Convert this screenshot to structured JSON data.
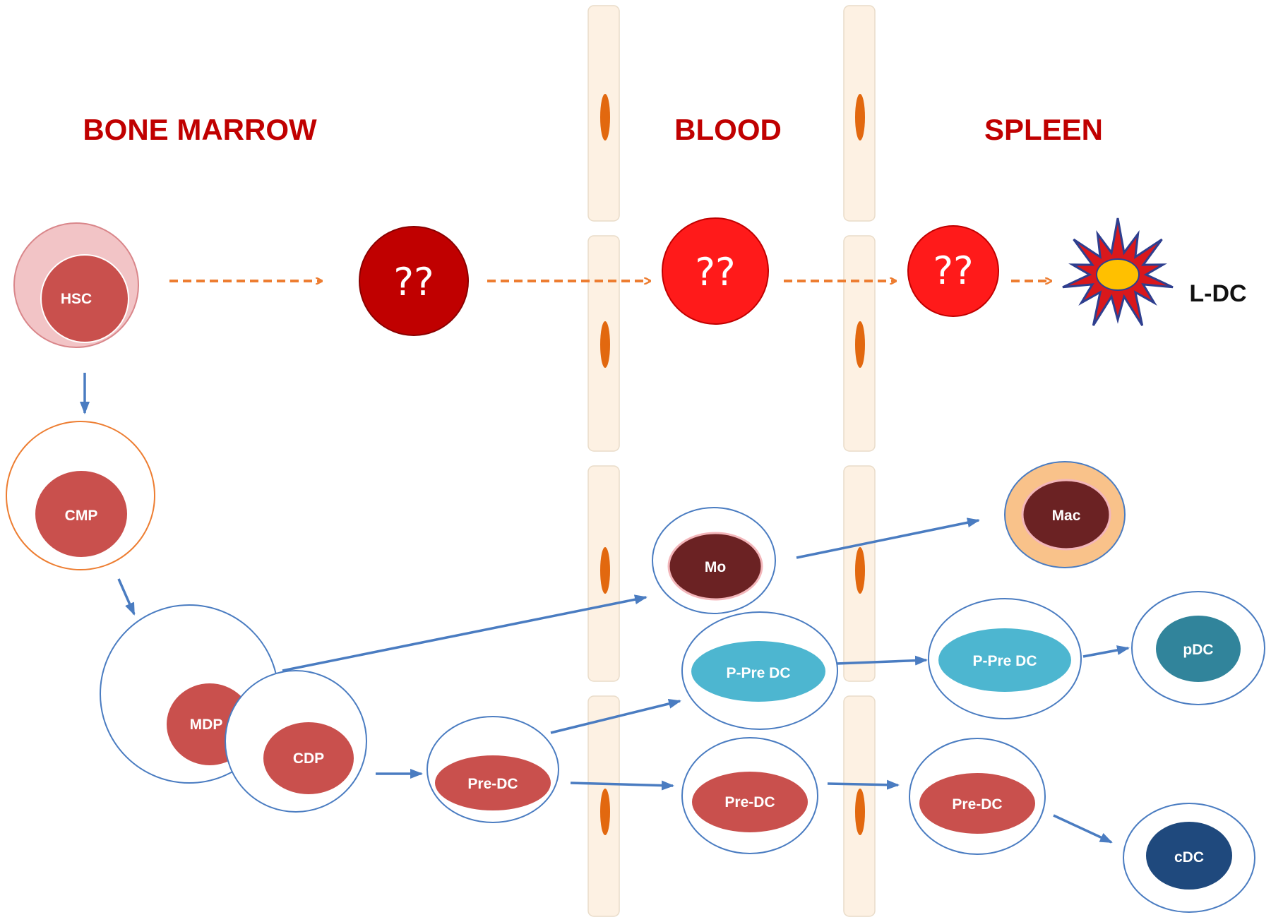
{
  "regions": {
    "bone_marrow": "BONE MARROW",
    "blood": "BLOOD",
    "spleen": "SPLEEN"
  },
  "unknown_cells": {
    "marrow": "??",
    "blood": "??",
    "spleen": "??"
  },
  "cells": {
    "hsc": "HSC",
    "cmp": "CMP",
    "mdp": "MDP",
    "cdp": "CDP",
    "pre_dc_marrow": "Pre-DC",
    "pre_dc_blood": "Pre-DC",
    "pre_dc_spleen": "Pre-DC",
    "p_pre_dc_blood": "P-Pre DC",
    "p_pre_dc_spleen": "P-Pre DC",
    "mo": "Mo",
    "mac": "Mac",
    "pdc": "pDC",
    "cdc": "cDC",
    "l_dc": "L-DC"
  },
  "colors": {
    "region_label": "#c00000",
    "dashed_arrow": "#ed7d31",
    "solid_arrow": "#4a7cc1",
    "vessel": "#fdf1e3",
    "vessel_mark": "#e2680f",
    "nucleus_red": "#c9504d",
    "dark_red": "#c00000",
    "bright_red": "#ff1a1a",
    "mo_nucleus": "#6b2223",
    "mac_cytoplasm": "#f9c28a",
    "p_pre_dc": "#4db6d0",
    "pdc": "#31849b",
    "cdc": "#1f497d",
    "star": "#d9181c",
    "star_core": "#ffc000"
  }
}
